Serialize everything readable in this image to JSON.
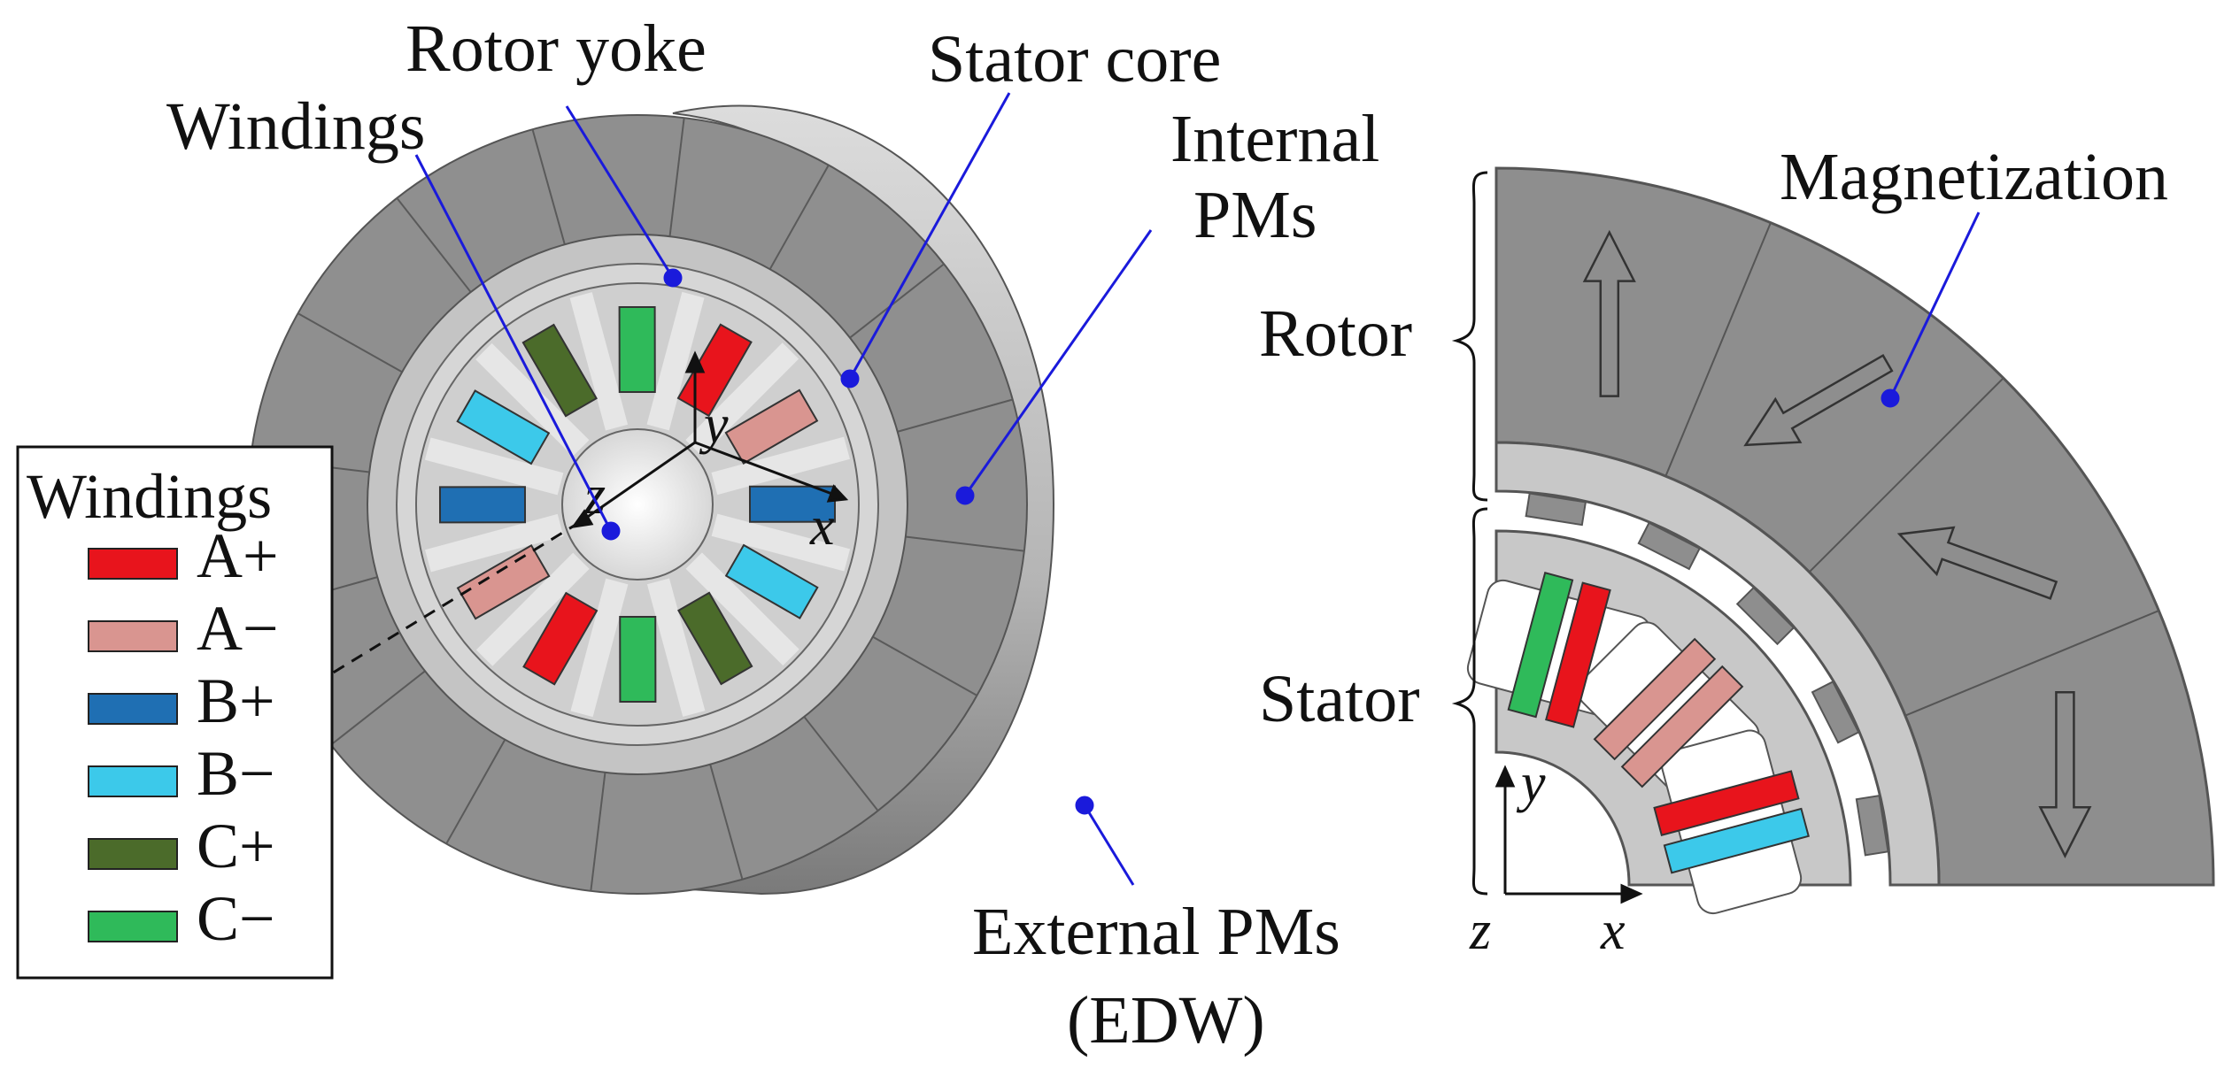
{
  "labels": {
    "rotor_yoke": "Rotor yoke",
    "stator_core": "Stator core",
    "windings": "Windings",
    "internal_pms_1": "Internal",
    "internal_pms_2": "PMs",
    "external_pms_1": "External PMs",
    "external_pms_2": "(EDW)",
    "magnetization": "Magnetization",
    "rotor": "Rotor",
    "stator": "Stator"
  },
  "axes_left": {
    "x": "x",
    "y": "y",
    "z": "z"
  },
  "axes_right": {
    "x": "x",
    "y": "y",
    "z": "z"
  },
  "legend": {
    "title": "Windings",
    "items": [
      {
        "label": "A+",
        "color": "#e8141c"
      },
      {
        "label": "A−",
        "color": "#d99590"
      },
      {
        "label": "B+",
        "color": "#1f6fb3"
      },
      {
        "label": "B−",
        "color": "#3cc9ea"
      },
      {
        "label": "C+",
        "color": "#4b6b2a"
      },
      {
        "label": "C−",
        "color": "#2fba5a"
      }
    ]
  },
  "colors": {
    "pm_gray": "#8e8e8e",
    "pm_side": "#bdbdbd",
    "core": "#c8c8c8",
    "leader": "#1a1adb"
  }
}
